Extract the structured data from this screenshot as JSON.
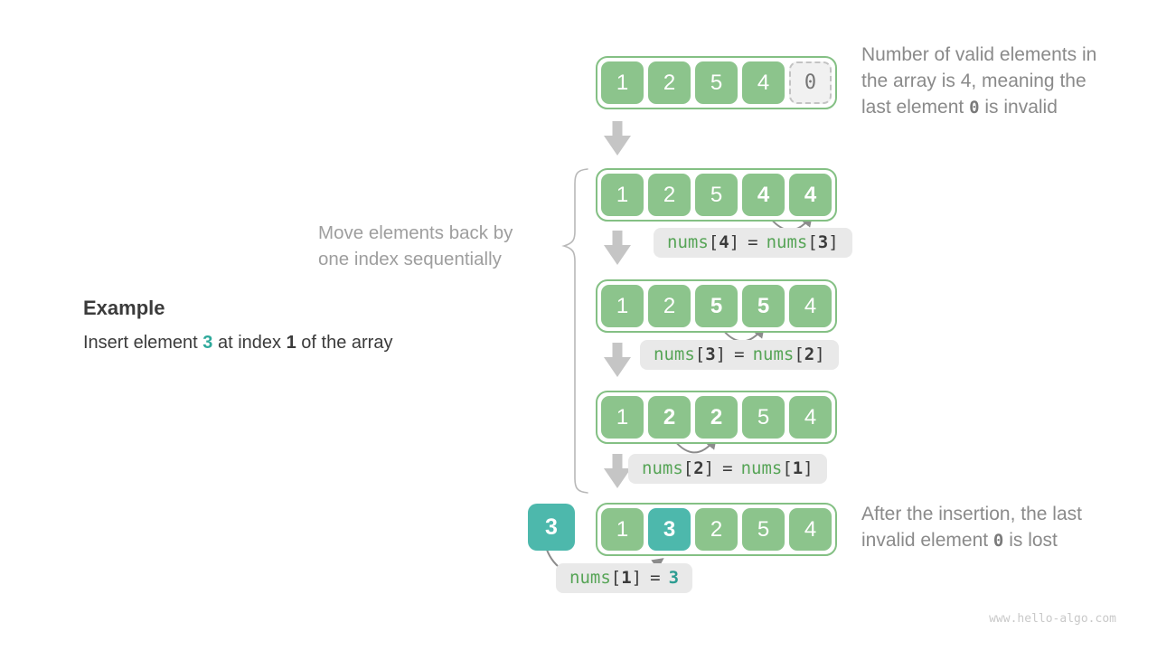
{
  "example": {
    "heading": "Example",
    "insert_prefix": "Insert element ",
    "insert_value": "3",
    "insert_mid": " at index ",
    "insert_index": "1",
    "insert_suffix": " of the array"
  },
  "move_note": {
    "line1": "Move elements back by",
    "line2": "one index sequentially"
  },
  "annotations": {
    "top": {
      "line1": "Number of valid elements in",
      "line2": "the array is 4, meaning the",
      "line3_pre": "last element ",
      "line3_code": "0",
      "line3_post": " is invalid"
    },
    "bottom": {
      "line1": "After the insertion, the last",
      "line2_pre": "invalid element ",
      "line2_code": "0",
      "line2_post": " is lost"
    }
  },
  "tokens": {
    "fn": "nums",
    "lb": "[",
    "rb": "]",
    "eq": "="
  },
  "rows": [
    {
      "cells": [
        "1",
        "2",
        "5",
        "4",
        "0"
      ]
    },
    {
      "cells": [
        "1",
        "2",
        "5",
        "4",
        "4"
      ],
      "label": {
        "li": "4",
        "ri": "3"
      }
    },
    {
      "cells": [
        "1",
        "2",
        "5",
        "5",
        "4"
      ],
      "label": {
        "li": "3",
        "ri": "2"
      }
    },
    {
      "cells": [
        "1",
        "2",
        "2",
        "5",
        "4"
      ],
      "label": {
        "li": "2",
        "ri": "1"
      }
    },
    {
      "cells": [
        "1",
        "3",
        "2",
        "5",
        "4"
      ],
      "label": {
        "li": "1",
        "rv": "3"
      }
    }
  ],
  "inserted_value": "3",
  "watermark": "www.hello-algo.com",
  "colors": {
    "cell_green": "#8cc48c",
    "cell_teal": "#4db8ac",
    "container_border": "#84c084",
    "label_bg": "#e9e9e9",
    "code_green": "#56a456",
    "code_teal": "#2d9d92",
    "annotation_gray": "#8a8a8a",
    "arrow_gray": "#c5c5c5",
    "curve_gray": "#8c8c8c"
  }
}
